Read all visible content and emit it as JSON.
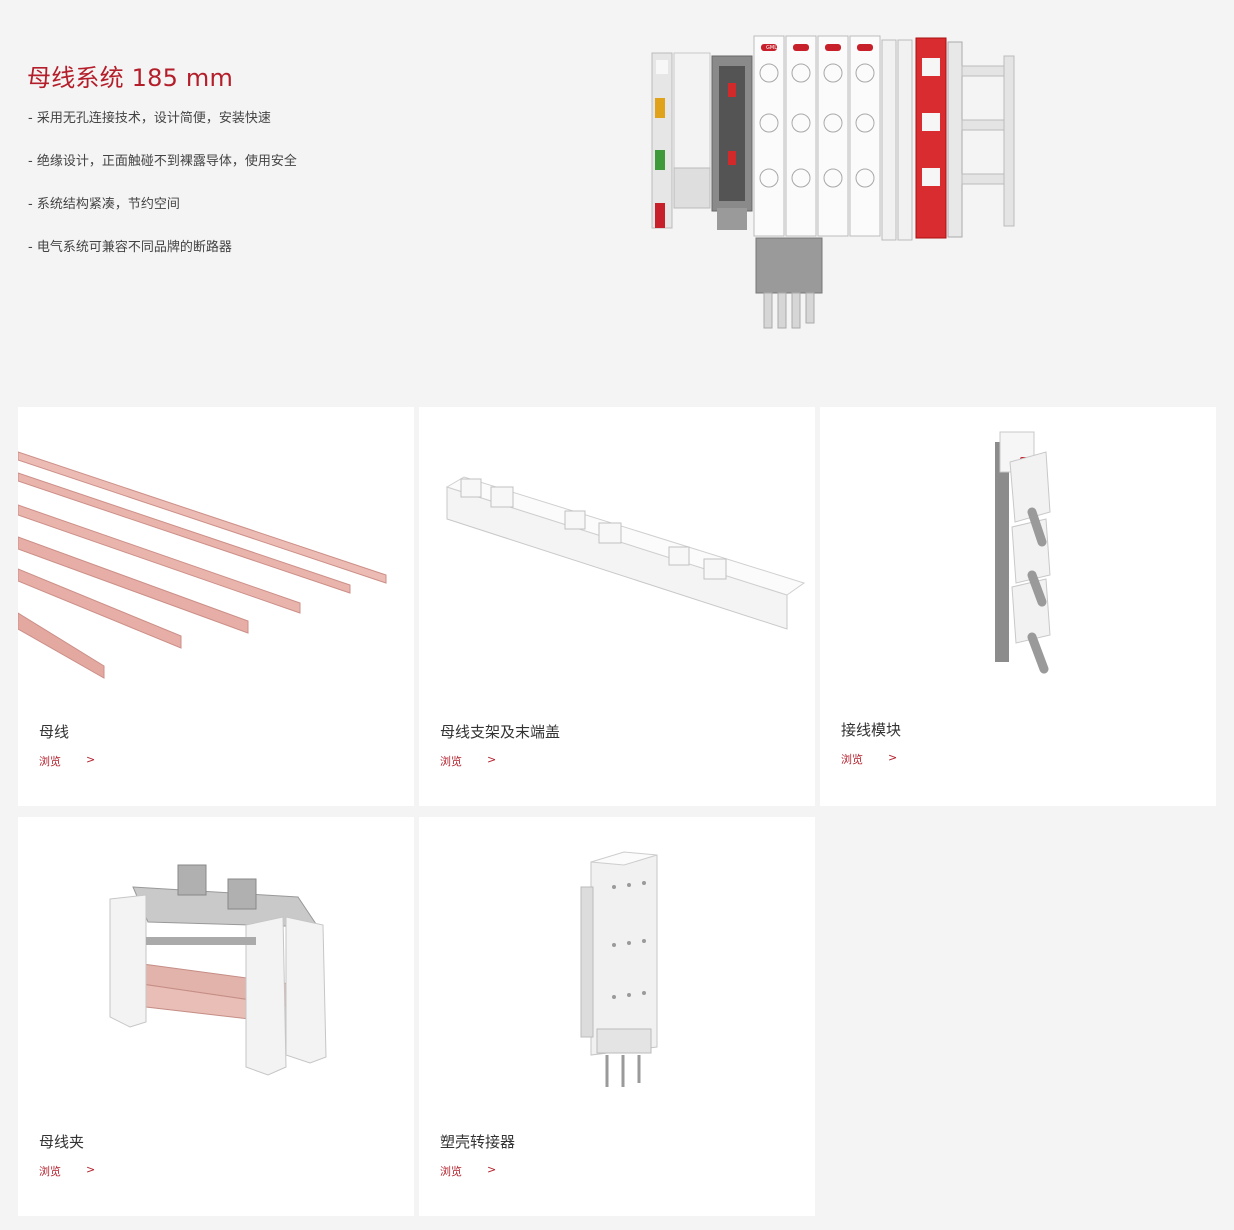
{
  "hero": {
    "title": "母线系统 185 mm",
    "features": [
      "- 采用无孔连接技术，设计简便，安装快速",
      "- 绝缘设计，正面触碰不到裸露导体，使用安全",
      "- 系统结构紧凑，节约空间",
      "- 电气系统可兼容不同品牌的断路器"
    ],
    "brand_label": "GML"
  },
  "colors": {
    "accent": "#b41e2a",
    "background": "#f4f4f4",
    "card": "#ffffff",
    "copper": "#e8b5ad"
  },
  "products": [
    {
      "name": "母线",
      "browse": "浏览",
      "arrow": ">"
    },
    {
      "name": "母线支架及末端盖",
      "browse": "浏览",
      "arrow": ">"
    },
    {
      "name": "接线模块",
      "browse": "浏览",
      "arrow": ">"
    },
    {
      "name": "母线夹",
      "browse": "浏览",
      "arrow": ">"
    },
    {
      "name": "塑壳转接器",
      "browse": "浏览",
      "arrow": ">"
    }
  ]
}
